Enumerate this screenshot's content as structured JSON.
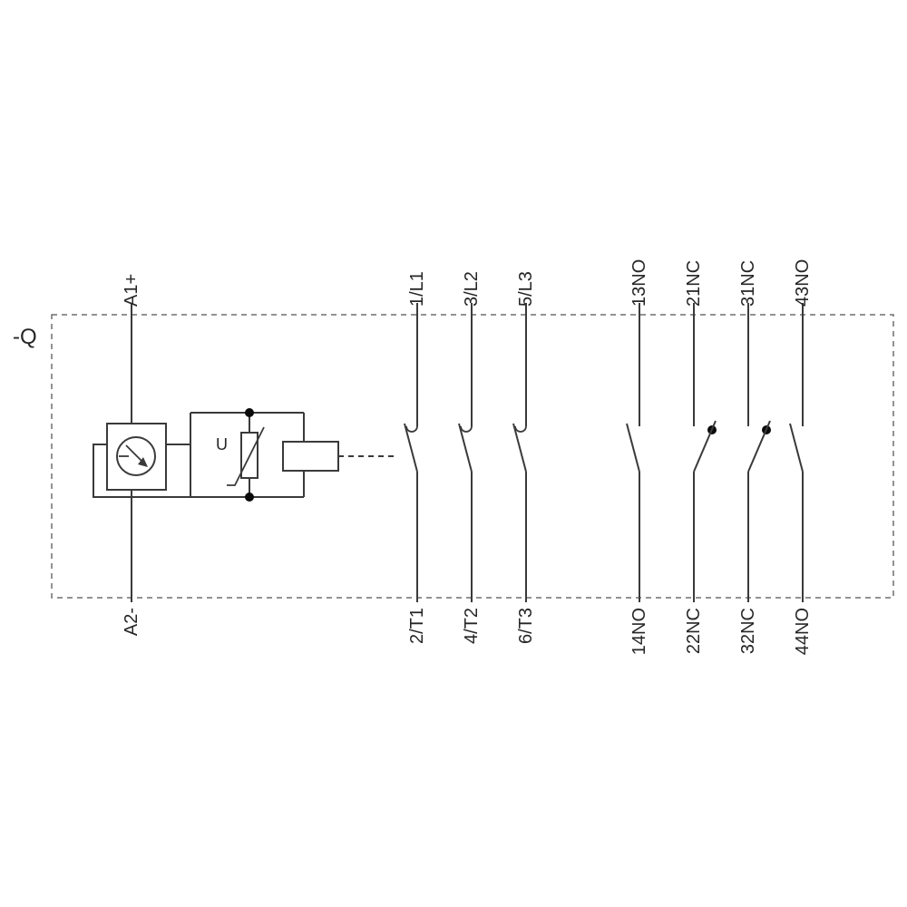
{
  "page": {
    "background_color": "#ffffff"
  },
  "diagram": {
    "type": "contactor wiring schematic",
    "device_label": "-Q",
    "varistor_label": "U",
    "colors": {
      "line": "#3a3a3a",
      "text": "#262626",
      "junction_dot": "#0a0a0a",
      "dashed_border": "#6e6e6e"
    },
    "terminals": {
      "top": [
        "A1+",
        "1/L1",
        "3/L2",
        "5/L3",
        "13NO",
        "21NC",
        "31NC",
        "43NO"
      ],
      "bottom": [
        "A2-",
        "2/T1",
        "4/T2",
        "6/T3",
        "14NO",
        "22NC",
        "32NC",
        "44NO"
      ]
    },
    "poles": [
      {
        "name": "coil",
        "top": "A1+",
        "bottom": "A2-",
        "kind": "electronic coil drive with parallel varistor"
      },
      {
        "name": "main-pole-1",
        "top": "1/L1",
        "bottom": "2/T1",
        "kind": "NO main contact"
      },
      {
        "name": "main-pole-2",
        "top": "3/L2",
        "bottom": "4/T2",
        "kind": "NO main contact"
      },
      {
        "name": "main-pole-3",
        "top": "5/L3",
        "bottom": "6/T3",
        "kind": "NO main contact"
      },
      {
        "name": "aux-contact-1",
        "top": "13NO",
        "bottom": "14NO",
        "kind": "NO auxiliary contact"
      },
      {
        "name": "aux-contact-2",
        "top": "21NC",
        "bottom": "22NC",
        "kind": "NC auxiliary contact"
      },
      {
        "name": "aux-contact-3",
        "top": "31NC",
        "bottom": "32NC",
        "kind": "NC auxiliary contact"
      },
      {
        "name": "aux-contact-4",
        "top": "43NO",
        "bottom": "44NO",
        "kind": "NO auxiliary contact"
      }
    ]
  }
}
